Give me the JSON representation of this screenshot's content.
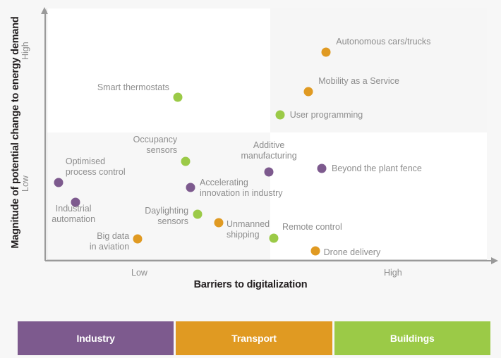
{
  "chart_data": {
    "type": "scatter",
    "title": "",
    "xlabel": "Barriers to digitalization",
    "ylabel": "Magnitude of potential change to energy demand",
    "xticks": [
      "Low",
      "High"
    ],
    "yticks": [
      "High",
      "Low"
    ],
    "xlim": [
      0,
      100
    ],
    "ylim": [
      0,
      100
    ],
    "grid": false,
    "legend_position": "bottom",
    "quadrants": {
      "top_left": "#ffffff",
      "top_right": "#f6f6f6",
      "bottom_left": "#f7f7f7",
      "bottom_right": "#ffffff"
    },
    "series": [
      {
        "name": "Industry",
        "color": "#7d5a8e"
      },
      {
        "name": "Transport",
        "color": "#e09a22"
      },
      {
        "name": "Buildings",
        "color": "#9bca47"
      }
    ],
    "points": [
      {
        "label": "Autonomous cars/trucks",
        "series": "Transport",
        "color": "#e09a22",
        "x": 63.5,
        "y": 82.6,
        "label_side": "right",
        "label_dx": 14,
        "label_dy": -15
      },
      {
        "label": "Mobility as a Service",
        "series": "Transport",
        "color": "#e09a22",
        "x": 59.5,
        "y": 66.9,
        "label_side": "right",
        "label_dx": 14,
        "label_dy": -15
      },
      {
        "label": "User programming",
        "series": "Buildings",
        "color": "#9bca47",
        "x": 53.0,
        "y": 57.6,
        "label_side": "right",
        "label_dx": 14,
        "label_dy": 0
      },
      {
        "label": "Smart thermostats",
        "series": "Buildings",
        "color": "#9bca47",
        "x": 29.8,
        "y": 64.6,
        "label_side": "left",
        "label_dx": -12,
        "label_dy": -14
      },
      {
        "label": "Occupancy\nsensors",
        "series": "Buildings",
        "color": "#9bca47",
        "x": 31.6,
        "y": 39.0,
        "label_side": "left",
        "label_dx": -12,
        "label_dy": -31
      },
      {
        "label": "Additive\nmanufacturing",
        "series": "Industry",
        "color": "#7d5a8e",
        "x": 50.5,
        "y": 34.8,
        "label_side": "center",
        "label_dx": 0,
        "label_dy": -38
      },
      {
        "label": "Beyond the plant fence",
        "series": "Industry",
        "color": "#7d5a8e",
        "x": 62.5,
        "y": 36.2,
        "label_side": "right",
        "label_dx": 14,
        "label_dy": 0
      },
      {
        "label": "Optimised\nprocess control",
        "series": "Industry",
        "color": "#7d5a8e",
        "x": 2.7,
        "y": 30.6,
        "label_side": "right",
        "label_dx": 10,
        "label_dy": -30
      },
      {
        "label": "Accelerating\ninnovation in industry",
        "series": "Industry",
        "color": "#7d5a8e",
        "x": 32.7,
        "y": 28.7,
        "label_side": "right",
        "label_dx": 13,
        "label_dy": -7
      },
      {
        "label": "Industrial\nautomation",
        "series": "Industry",
        "color": "#7d5a8e",
        "x": 6.6,
        "y": 22.7,
        "label_side": "center",
        "label_dx": -3,
        "label_dy": 9
      },
      {
        "label": "Daylighting\nsensors",
        "series": "Buildings",
        "color": "#9bca47",
        "x": 34.3,
        "y": 18.0,
        "label_side": "left",
        "label_dx": -13,
        "label_dy": -5
      },
      {
        "label": "Unmanned\nshipping",
        "series": "Transport",
        "color": "#e09a22",
        "x": 39.1,
        "y": 14.6,
        "label_side": "right",
        "label_dx": 11,
        "label_dy": 2
      },
      {
        "label": "Big data\nin aviation",
        "series": "Transport",
        "color": "#e09a22",
        "x": 20.7,
        "y": 8.2,
        "label_side": "left",
        "label_dx": -12,
        "label_dy": -4
      },
      {
        "label": "Remote control",
        "series": "Buildings",
        "color": "#9bca47",
        "x": 51.6,
        "y": 8.4,
        "label_side": "right",
        "label_dx": 12,
        "label_dy": -16
      },
      {
        "label": "Drone delivery",
        "series": "Transport",
        "color": "#e09a22",
        "x": 61.0,
        "y": 3.4,
        "label_side": "right",
        "label_dx": 12,
        "label_dy": 2
      }
    ]
  },
  "axes": {
    "y_title": "Magnitude of potential change to energy demand",
    "x_title": "Barriers to digitalization",
    "y_tick_high": "High",
    "y_tick_low": "Low",
    "x_tick_low": "Low",
    "x_tick_high": "High"
  },
  "legend": {
    "items": [
      {
        "label": "Industry",
        "color": "#7d5a8e"
      },
      {
        "label": "Transport",
        "color": "#e09a22"
      },
      {
        "label": "Buildings",
        "color": "#9bca47"
      }
    ]
  }
}
